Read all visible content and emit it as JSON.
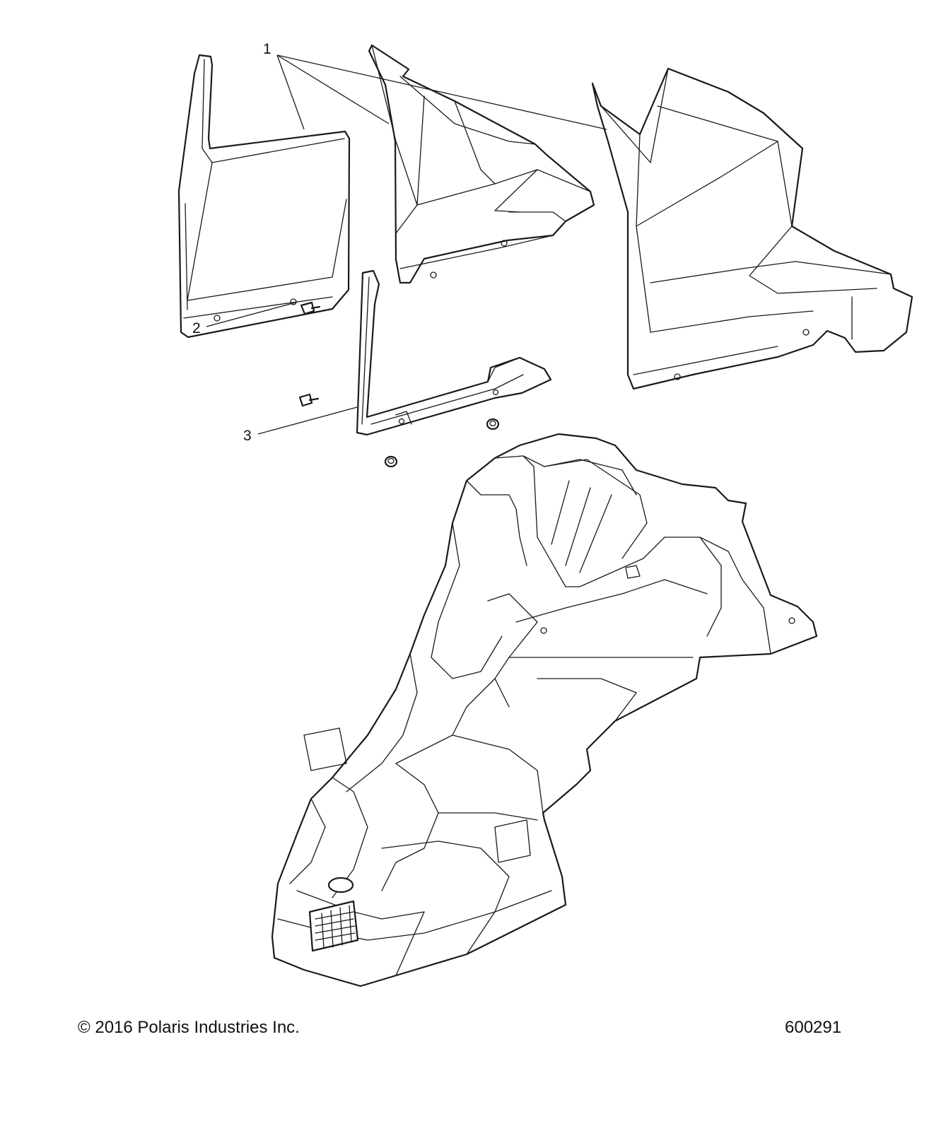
{
  "callouts": {
    "c1": "1",
    "c2": "2",
    "c3": "3"
  },
  "footer": {
    "copyright": "© 2016 Polaris Industries Inc.",
    "drawing_number": "600291"
  }
}
